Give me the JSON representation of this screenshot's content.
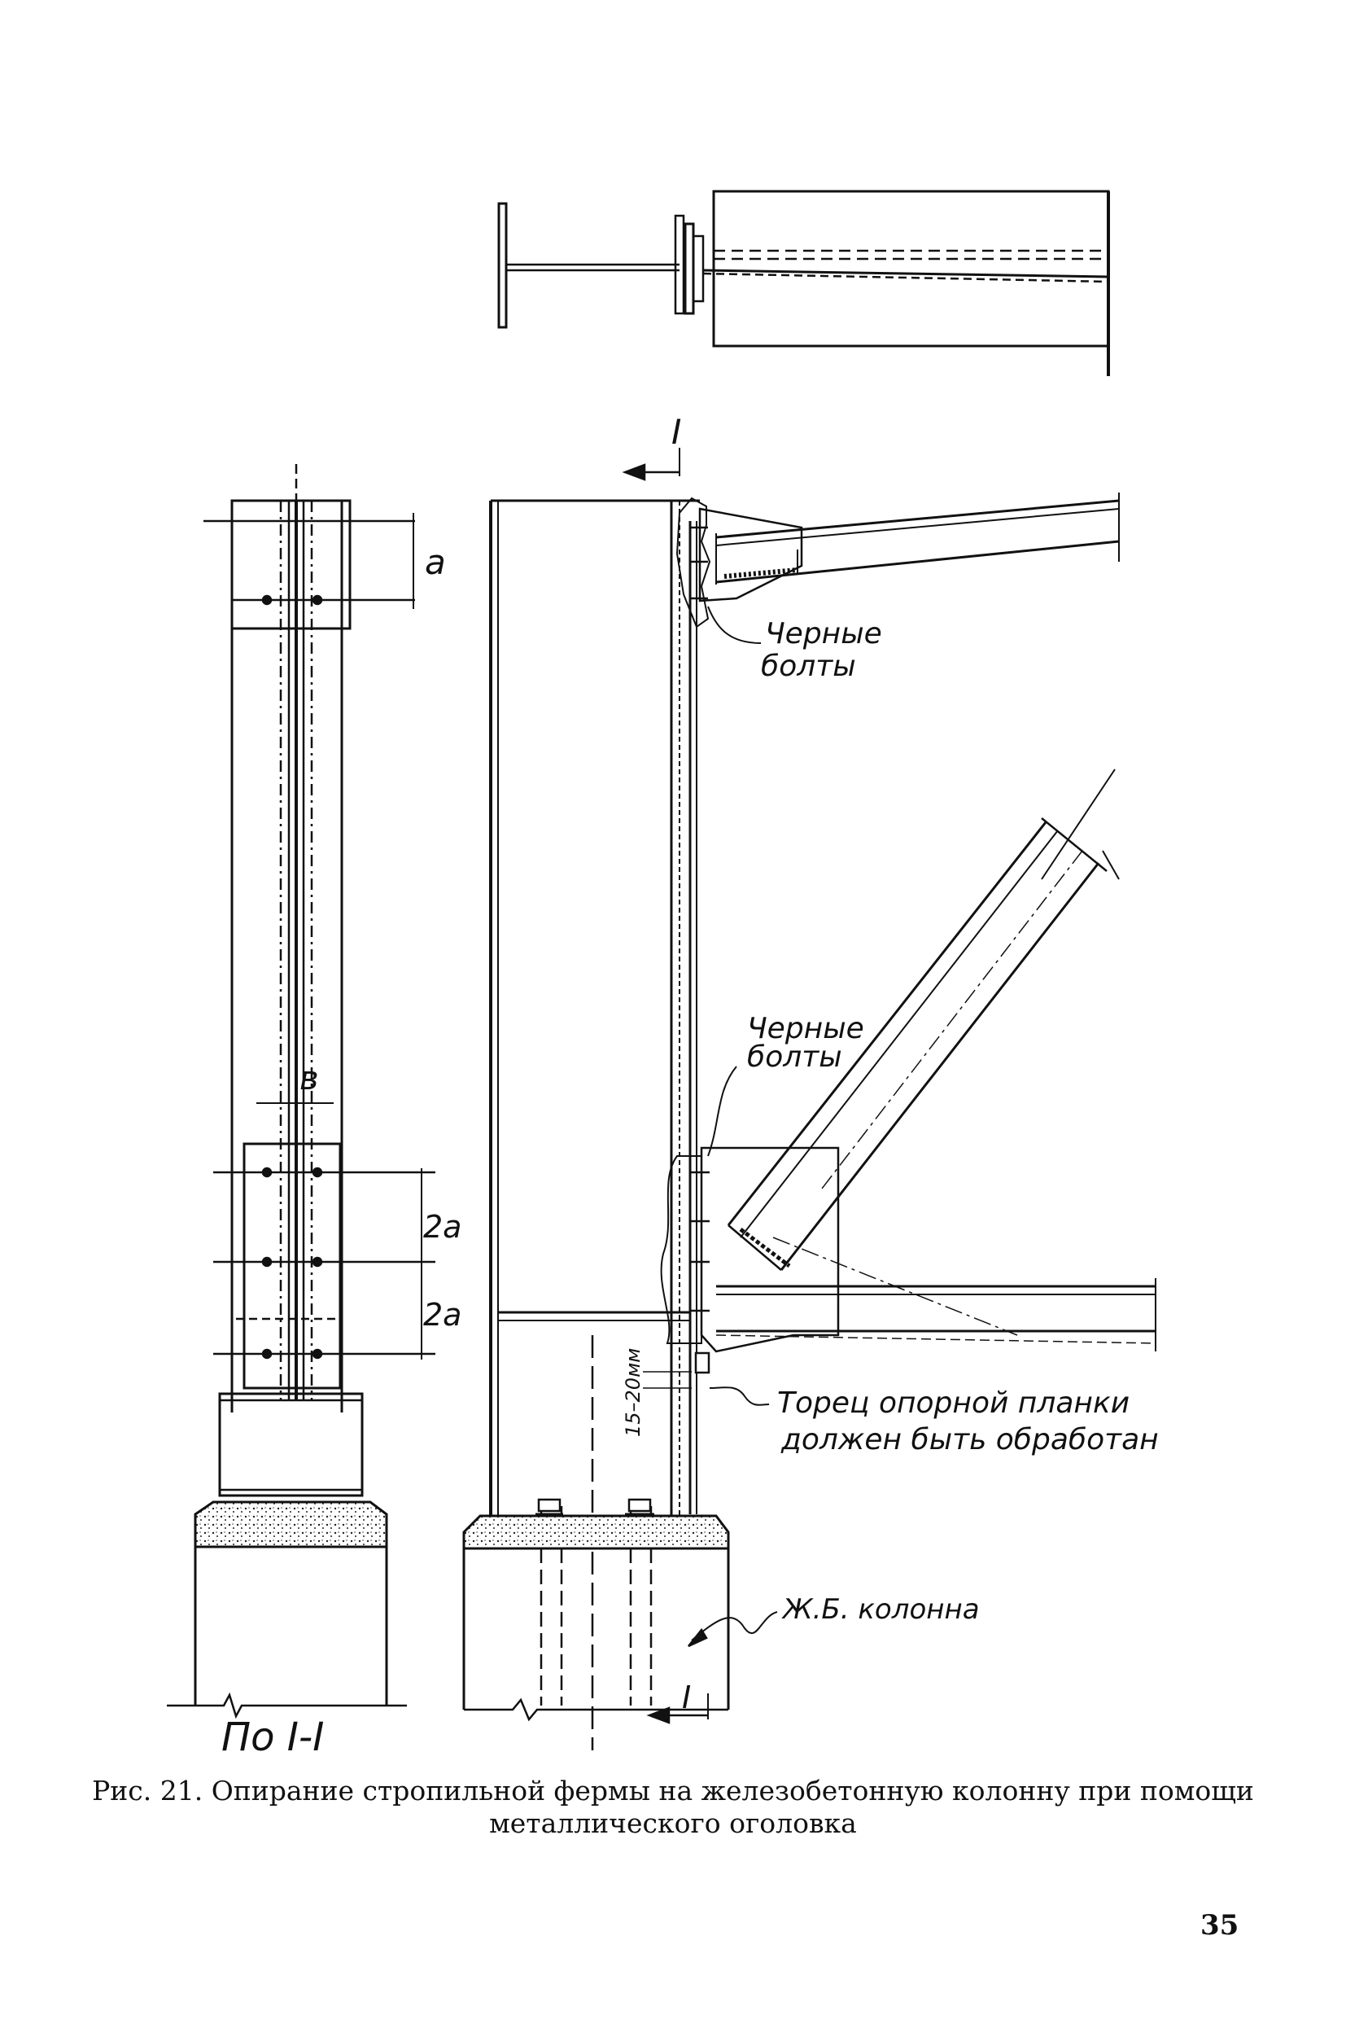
{
  "labels": {
    "section_mark_top": "I",
    "section_mark_bottom": "I",
    "dim_a": "a",
    "dim_b": "в",
    "dim_2a_upper": "2a",
    "dim_2a_lower": "2a",
    "black_bolts_upper_1": "Черные",
    "black_bolts_upper_2": "болты",
    "black_bolts_lower_1": "Черные",
    "black_bolts_lower_2": "болты",
    "gap_dim": "15–20мм",
    "end_plate_note_1": "Торец опорной планки",
    "end_plate_note_2": "должен быть обработан",
    "rc_column": "Ж.Б. колонна",
    "section_view": "По I-I"
  },
  "caption": {
    "line1": "Рис. 21. Опирание стропильной фермы на железобетонную колонну при помощи",
    "line2": "металлического оголовка"
  },
  "page_number": "35"
}
